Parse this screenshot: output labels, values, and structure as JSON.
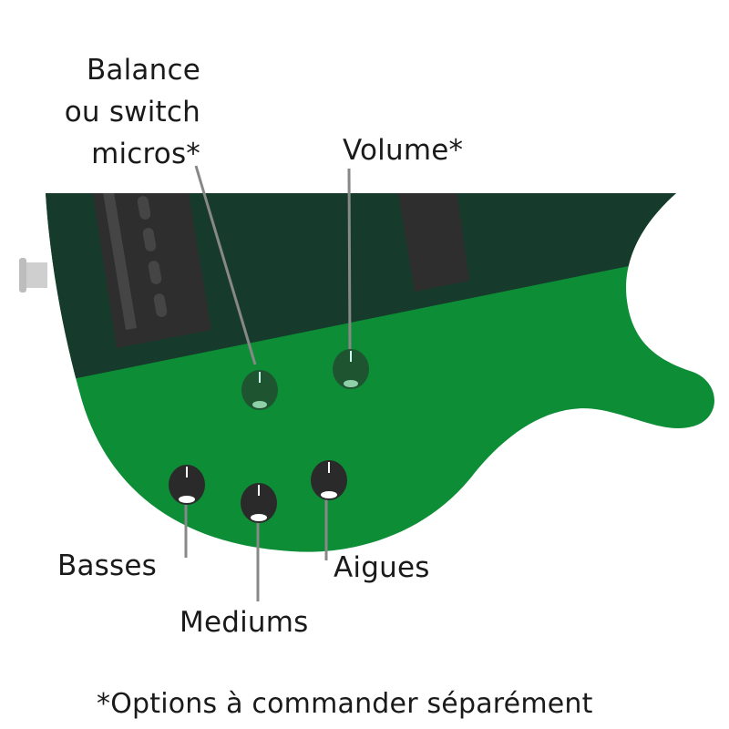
{
  "labels": {
    "balance_line1": "Balance",
    "balance_line2": "ou switch",
    "balance_line3": "micros*",
    "volume": "Volume*",
    "basses": "Basses",
    "mediums": "Mediums",
    "aigues": "Aigues"
  },
  "footnote": "*Options à commander séparément",
  "colors": {
    "body_green": "#0d8d36",
    "pickguard_dark": "#163a2b",
    "pickup": "#2e2e2e",
    "knob_dark": "#2a2a2a",
    "knob_green": "#1e5530",
    "leader_line": "#888888"
  }
}
